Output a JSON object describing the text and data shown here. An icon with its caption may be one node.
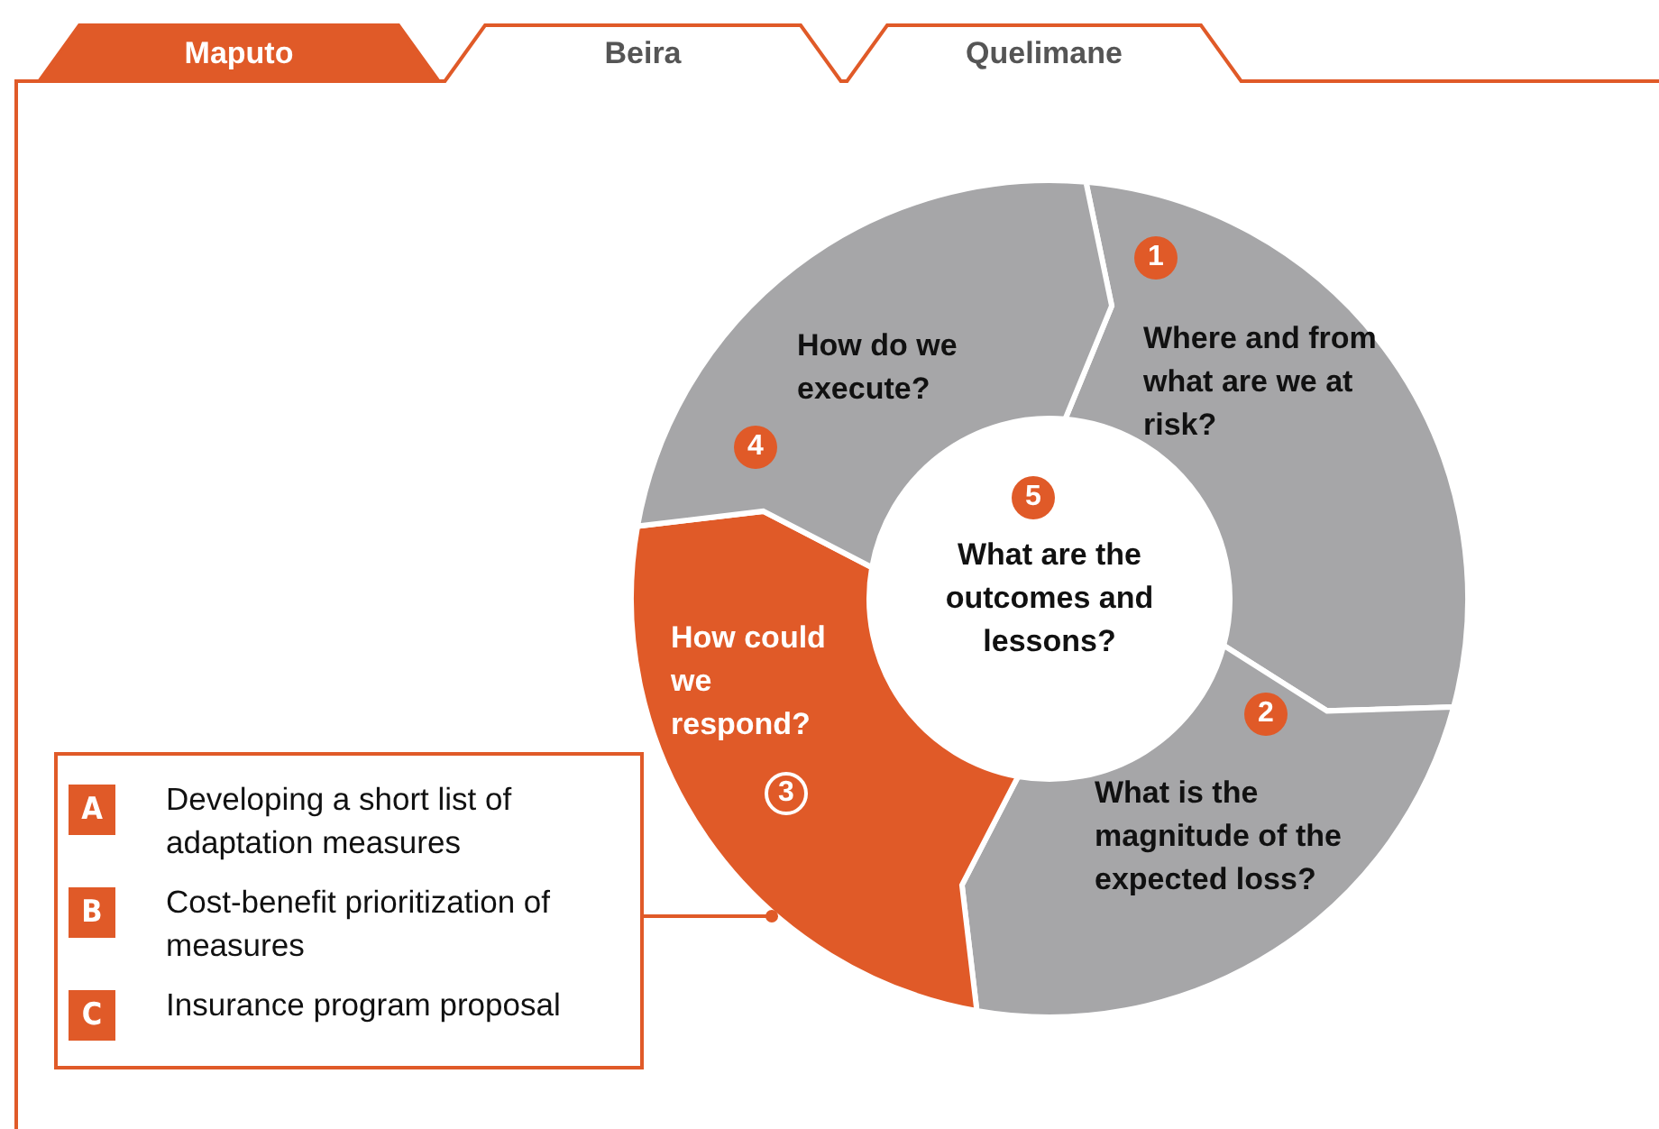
{
  "diagram": {
    "nodes": [
      {
        "text": [
          "Maputo"
        ]
      },
      {
        "text": [
          "Beira"
        ]
      },
      {
        "text": [
          "Quelimane"
        ]
      },
      {
        "text": [
          "1",
          "Where and from what are we at risk?"
        ]
      },
      {
        "text": [
          "2",
          "What is the magnitude of the expected loss?"
        ]
      },
      {
        "text": [
          "How could we respond?",
          "3"
        ]
      },
      {
        "text": [
          "How do we execute?",
          "4"
        ]
      },
      {
        "text": [
          "5",
          "What are the outcomes and lessons?"
        ]
      },
      {
        "text": [],
        "shape": "box"
      },
      {
        "text": [
          "A",
          "Developing a short list of adaptation measures"
        ],
        "in": 8
      },
      {
        "text": [
          "B",
          "Cost-benefit prioritization of measures"
        ],
        "in": 8
      },
      {
        "text": [
          "C",
          "Insurance program proposal"
        ],
        "in": 8
      }
    ],
    "edges": [
      {
        "from": 8,
        "to": 5,
        "arrow": "other"
      }
    ]
  }
}
